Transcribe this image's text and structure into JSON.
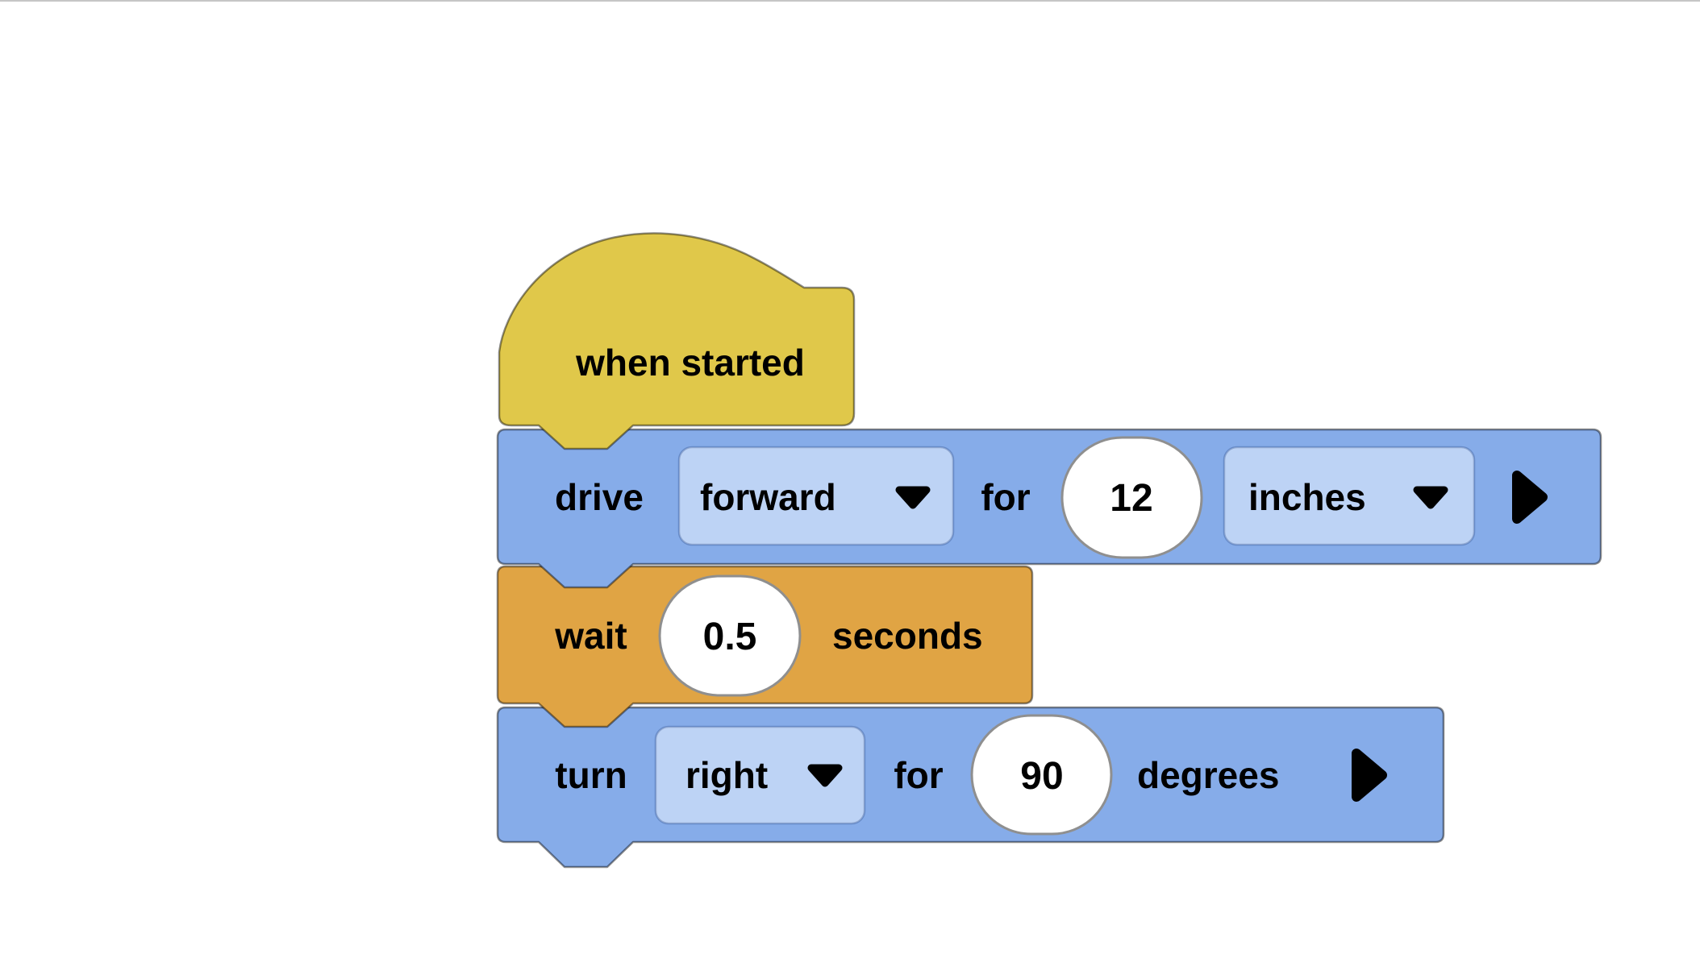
{
  "canvas": {
    "background": "#ffffff",
    "top_border_color": "#c6c6c6"
  },
  "palette": {
    "hat_fill": "#e0c84a",
    "drive_fill": "#86ace9",
    "wait_fill": "#e0a444",
    "turn_fill": "#86ace9",
    "dropdown_fill": "#bdd3f5",
    "input_fill": "#ffffff",
    "text_color": "#000000"
  },
  "icons": {
    "dropdown_arrow": "triangle-down",
    "expand_arrow": "triangle-right"
  },
  "blocks": {
    "when_started": {
      "label": "when started"
    },
    "drive": {
      "verb": "drive",
      "direction_value": "forward",
      "for_label": "for",
      "distance_value": "12",
      "unit_value": "inches"
    },
    "wait": {
      "verb": "wait",
      "time_value": "0.5",
      "unit_label": "seconds"
    },
    "turn": {
      "verb": "turn",
      "direction_value": "right",
      "for_label": "for",
      "angle_value": "90",
      "unit_label": "degrees"
    }
  }
}
